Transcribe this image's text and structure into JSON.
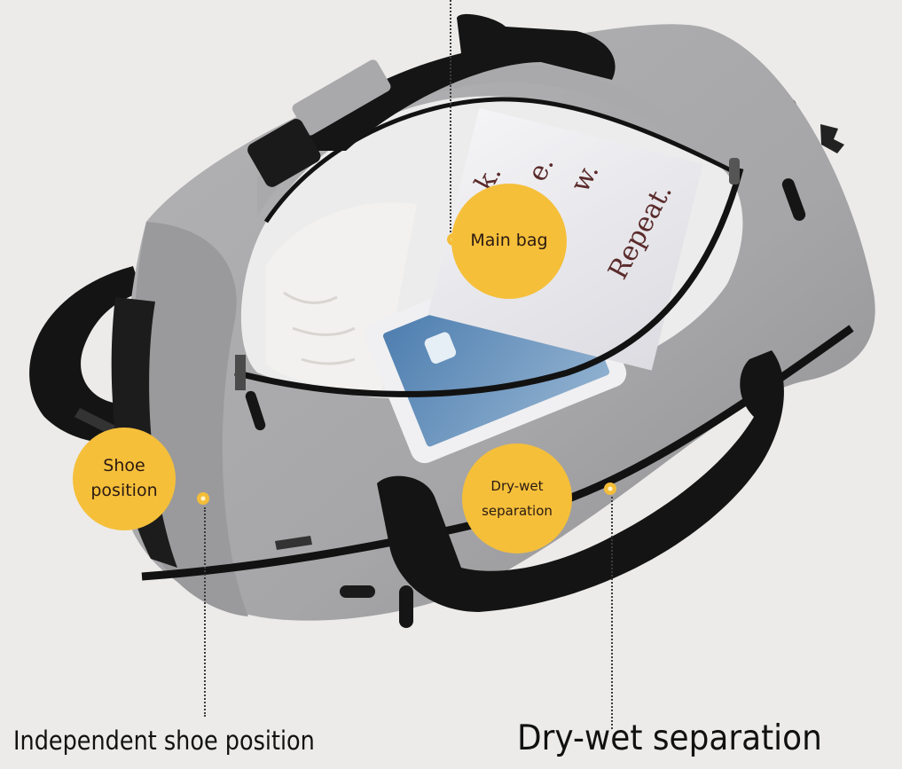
{
  "image": {
    "subject": "gray duffel gym bag with feature callouts",
    "background_color": "#ecebea",
    "bag_color": "#a9a9ab",
    "strap_color": "#151515",
    "callout_color": "#f5bf3a"
  },
  "callouts": {
    "main_bag": {
      "label": "Main bag"
    },
    "shoe_position": {
      "line1": "Shoe",
      "line2": "position"
    },
    "dry_wet": {
      "line1": "Dry-wet",
      "line2": "separation"
    }
  },
  "captions": {
    "left": "Independent shoe position",
    "right": "Dry-wet separation"
  },
  "document_in_bag": {
    "text_fragments": [
      "k.",
      "e.",
      "w.",
      "Repeat."
    ]
  }
}
